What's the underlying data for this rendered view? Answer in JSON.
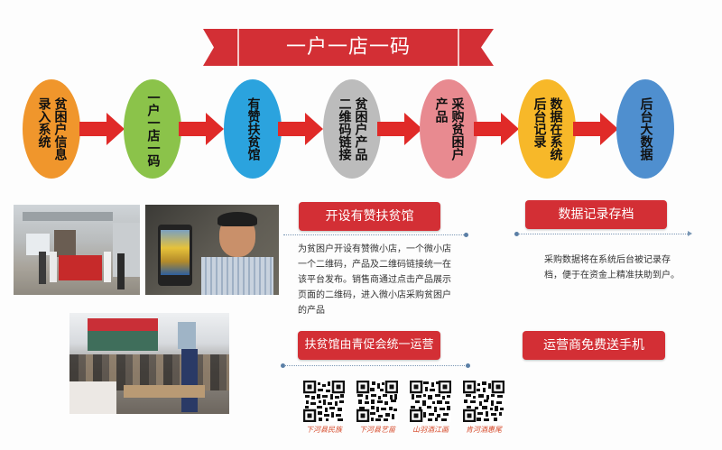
{
  "banner": {
    "title": "一户一店一码",
    "color": "#d32f35"
  },
  "flow": {
    "arrow_color": "#e02a28",
    "nodes": [
      {
        "columns": [
          "贫困户信息",
          "录入系统"
        ],
        "color": "#f0962c"
      },
      {
        "columns": [
          "一户一店一码"
        ],
        "color": "#8bc34a"
      },
      {
        "columns": [
          "有赞扶贫馆"
        ],
        "color": "#2ba3de"
      },
      {
        "columns": [
          "贫困户产品",
          "二维码链接"
        ],
        "color": "#bcbcbc"
      },
      {
        "columns": [
          "采购贫困户",
          "产品"
        ],
        "color": "#e88a90"
      },
      {
        "columns": [
          "数据在系统",
          "后台记录"
        ],
        "color": "#f7b829"
      },
      {
        "columns": [
          "后台大数据"
        ],
        "color": "#4f8fcf"
      }
    ]
  },
  "sections": {
    "open_store": {
      "title": "开设有赞扶贫馆",
      "description": "为贫困户开设有赞微小店，一个微小店一个二维码，产品及二维码链接统一在该平台发布。销售商通过点击产品展示页面的二维码，进入微小店采购贫困户的产品"
    },
    "data_record": {
      "title": "数据记录存档",
      "description": "采购数据将在系统后台被记录存档，便于在资金上精准扶助到户。"
    },
    "operation": {
      "title": "扶贫馆由青促会统一运营"
    },
    "free_phone": {
      "title": "运营商免费送手机"
    }
  },
  "photos": [
    {
      "alt": "group-photo-with-red-banner"
    },
    {
      "alt": "man-holding-phone"
    },
    {
      "alt": "classroom-training"
    }
  ],
  "qr_codes": [
    {
      "label": "下河县民族"
    },
    {
      "label": "下河县艺苗"
    },
    {
      "label": "山羽酒江画"
    },
    {
      "label": "肯河酒惠尾"
    }
  ]
}
